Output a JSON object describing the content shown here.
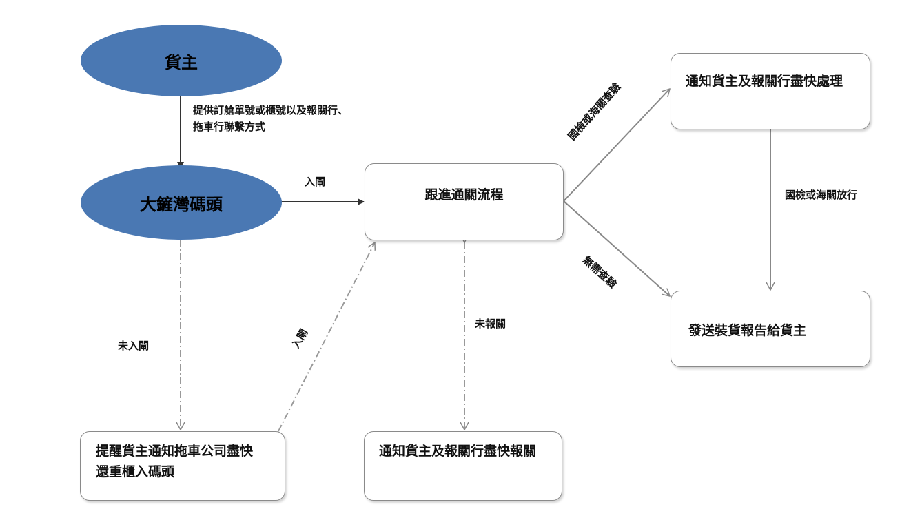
{
  "nodes": {
    "shipper": "貨主",
    "terminal": "大鏟灣碼頭",
    "follow_up": "跟進通關流程",
    "notify_inspection": "通知貨主及報關行盡快處理",
    "send_report": "發送裝貨報告給貨主",
    "remind_truck": "提醒貨主通知拖車公司盡快還重櫃入碼頭",
    "notify_declare": "通知貨主及報關行盡快報關"
  },
  "edge_labels": {
    "provide_info": "提供訂艙單號或櫃號以及報關行、拖車行聯繫方式",
    "gate_in": "入閘",
    "not_gate_in": "未入閘",
    "gate_in_diag": "入閘",
    "not_declared": "未報關",
    "inspection": "國檢或海關查驗",
    "release": "國檢或海關放行",
    "no_inspection": "無需查驗"
  }
}
